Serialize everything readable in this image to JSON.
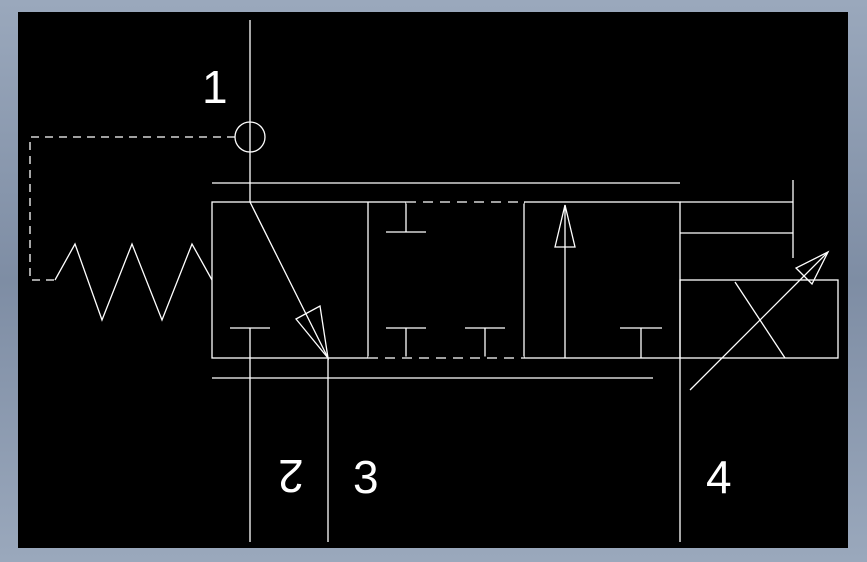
{
  "diagram": {
    "ports": {
      "p1": "1",
      "p2": "2",
      "p3": "3",
      "p4": "4"
    },
    "colors": {
      "background": "#000000",
      "stroke": "#ffffff",
      "frame": "#8a98ad"
    }
  }
}
